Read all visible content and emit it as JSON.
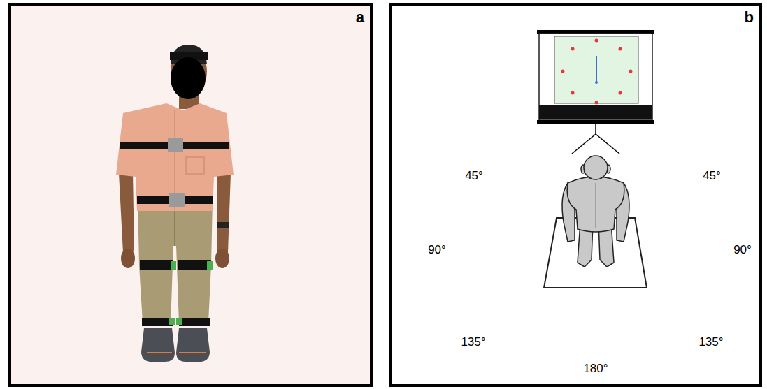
{
  "diagram": {
    "nodes": [
      {
        "text": [
          "a"
        ]
      },
      {
        "text": [
          "b"
        ]
      }
    ],
    "labels": [
      "45°",
      "45°",
      "90°",
      "90°",
      "135°",
      "135°",
      "180°"
    ]
  }
}
